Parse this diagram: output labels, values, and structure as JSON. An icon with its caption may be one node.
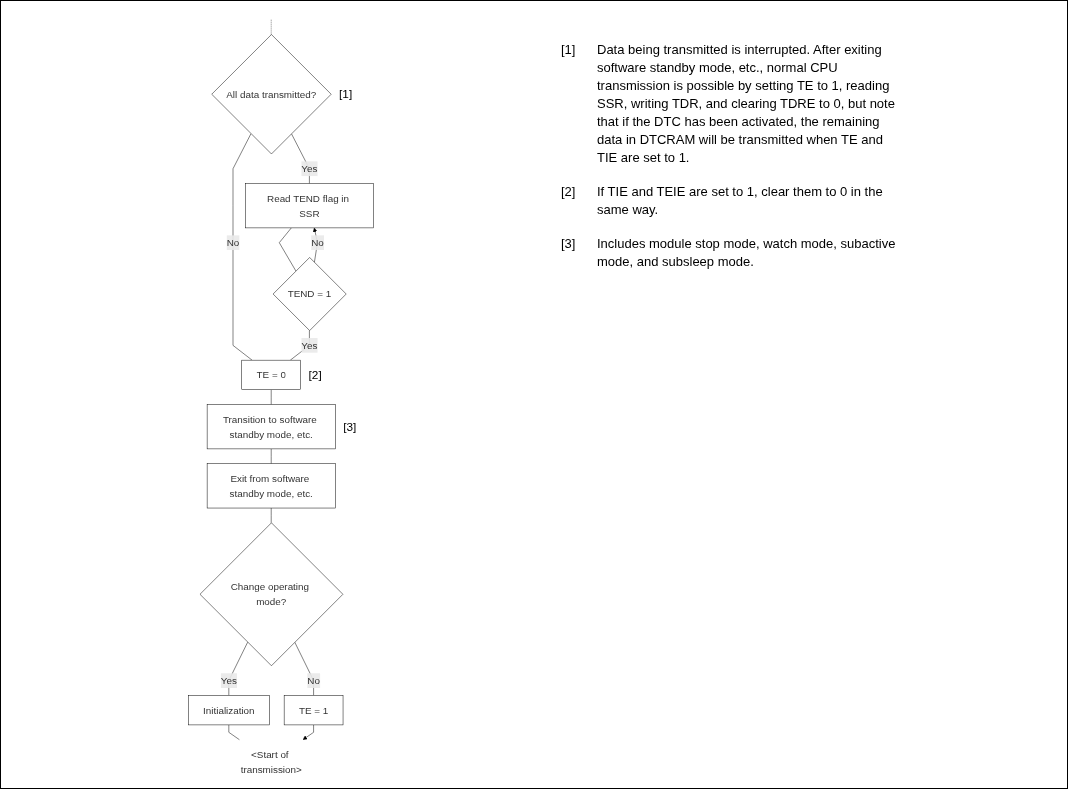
{
  "diagram": {
    "nodes": [
      {
        "text": [
          "All data transmitted?"
        ],
        "beside": [
          "[1]"
        ]
      },
      {
        "text": [
          "Read TEND flag in SSR"
        ]
      },
      {
        "text": [
          "TEND = 1"
        ]
      },
      {
        "text": [
          "TE = 0"
        ],
        "beside": [
          "[2]"
        ]
      },
      {
        "text": [
          "Transition to software standby mode, etc."
        ],
        "beside": [
          "[3]"
        ]
      },
      {
        "text": [
          "Exit from software standby mode, etc."
        ]
      },
      {
        "text": [
          "Change operating mode?"
        ]
      },
      {
        "text": [
          "Initialization"
        ]
      },
      {
        "text": [
          "TE = 1"
        ]
      },
      {
        "text": [
          "<Start of transmission>"
        ]
      }
    ],
    "edges": [
      {
        "from": null,
        "to": 0,
        "arrow": "none",
        "style": "dashed"
      },
      {
        "from": 0,
        "to": 1,
        "label": "Yes",
        "arrow": "none"
      },
      {
        "from": 1,
        "to": 2,
        "arrow": "none"
      },
      {
        "from": 2,
        "to": 1,
        "label": "No",
        "arrow": "to"
      },
      {
        "from": 0,
        "to": 3,
        "label": "No",
        "arrow": "none"
      },
      {
        "from": 2,
        "to": 3,
        "label": "Yes",
        "arrow": "none"
      },
      {
        "from": 3,
        "to": 4,
        "arrow": "none"
      },
      {
        "from": 4,
        "to": 5,
        "arrow": "none"
      },
      {
        "from": 5,
        "to": 6,
        "arrow": "none"
      },
      {
        "from": 6,
        "to": 7,
        "label": "Yes",
        "arrow": "none"
      },
      {
        "from": 6,
        "to": 8,
        "label": "No",
        "arrow": "none"
      },
      {
        "from": 7,
        "to": 9,
        "arrow": "none"
      },
      {
        "from": 8,
        "to": 9,
        "arrow": "to"
      }
    ],
    "labels": [
      "[1]",
      "Data being transmitted is interrupted. After exiting software standby mode, etc., normal CPU transmission is possible by setting TE to 1, reading SSR, writing TDR, and clearing TDRE to 0, but note that if the DTC has been activated, the remaining data in DTCRAM will be transmitted when TE and TIE are set to 1.",
      "[2]",
      "If TIE and TEIE are set to 1, clear them to 0 in the same way.",
      "[3]",
      "Includes module stop mode, watch mode, subactive mode, and subsleep mode."
    ]
  }
}
